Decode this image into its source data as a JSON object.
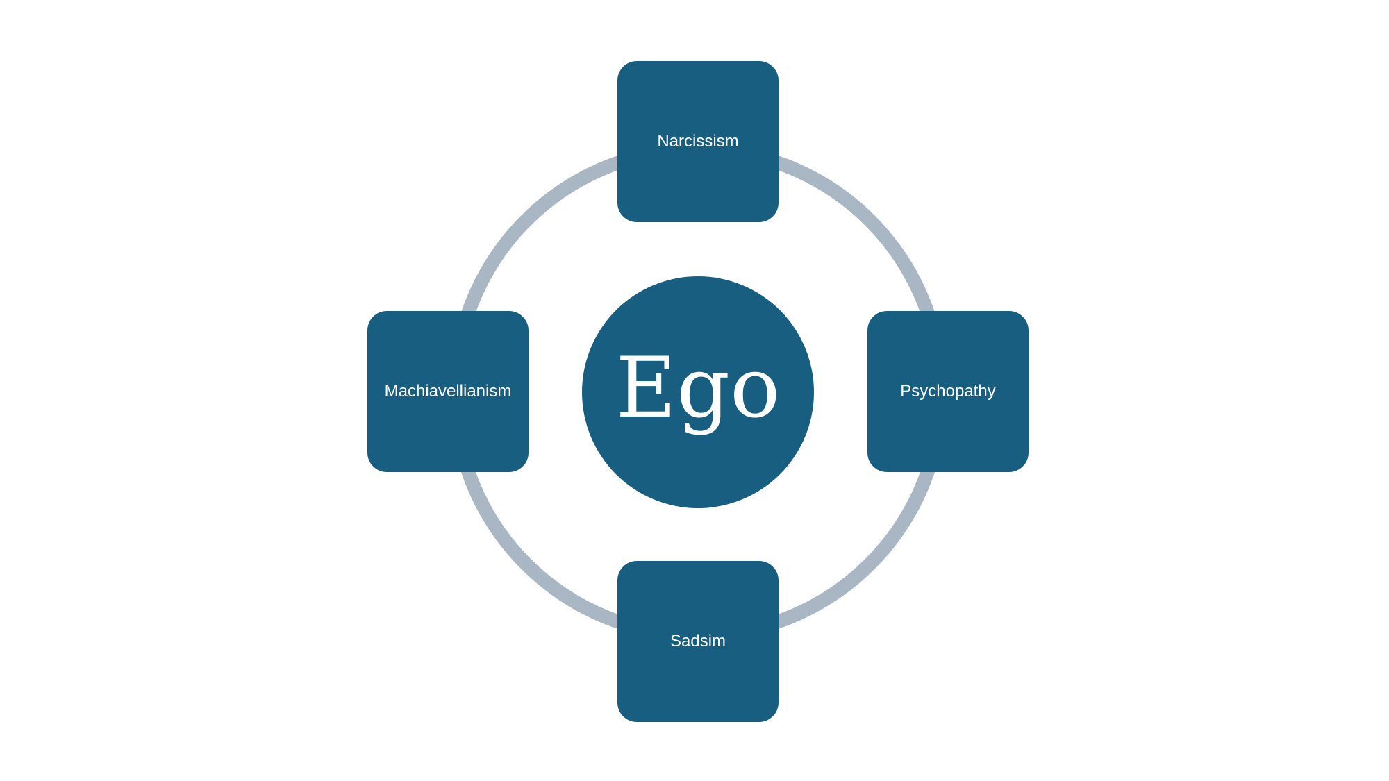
{
  "diagram": {
    "center": {
      "label": "Ego"
    },
    "nodes": [
      {
        "position": "top",
        "label": "Narcissism"
      },
      {
        "position": "right",
        "label": "Psychopathy"
      },
      {
        "position": "bottom",
        "label": "Sadsim"
      },
      {
        "position": "left",
        "label": "Machiavellianism"
      }
    ],
    "colors": {
      "node_fill": "#175e81",
      "ring": "#a9b6c4",
      "text": "#ffffff",
      "background": "#ffffff"
    }
  }
}
